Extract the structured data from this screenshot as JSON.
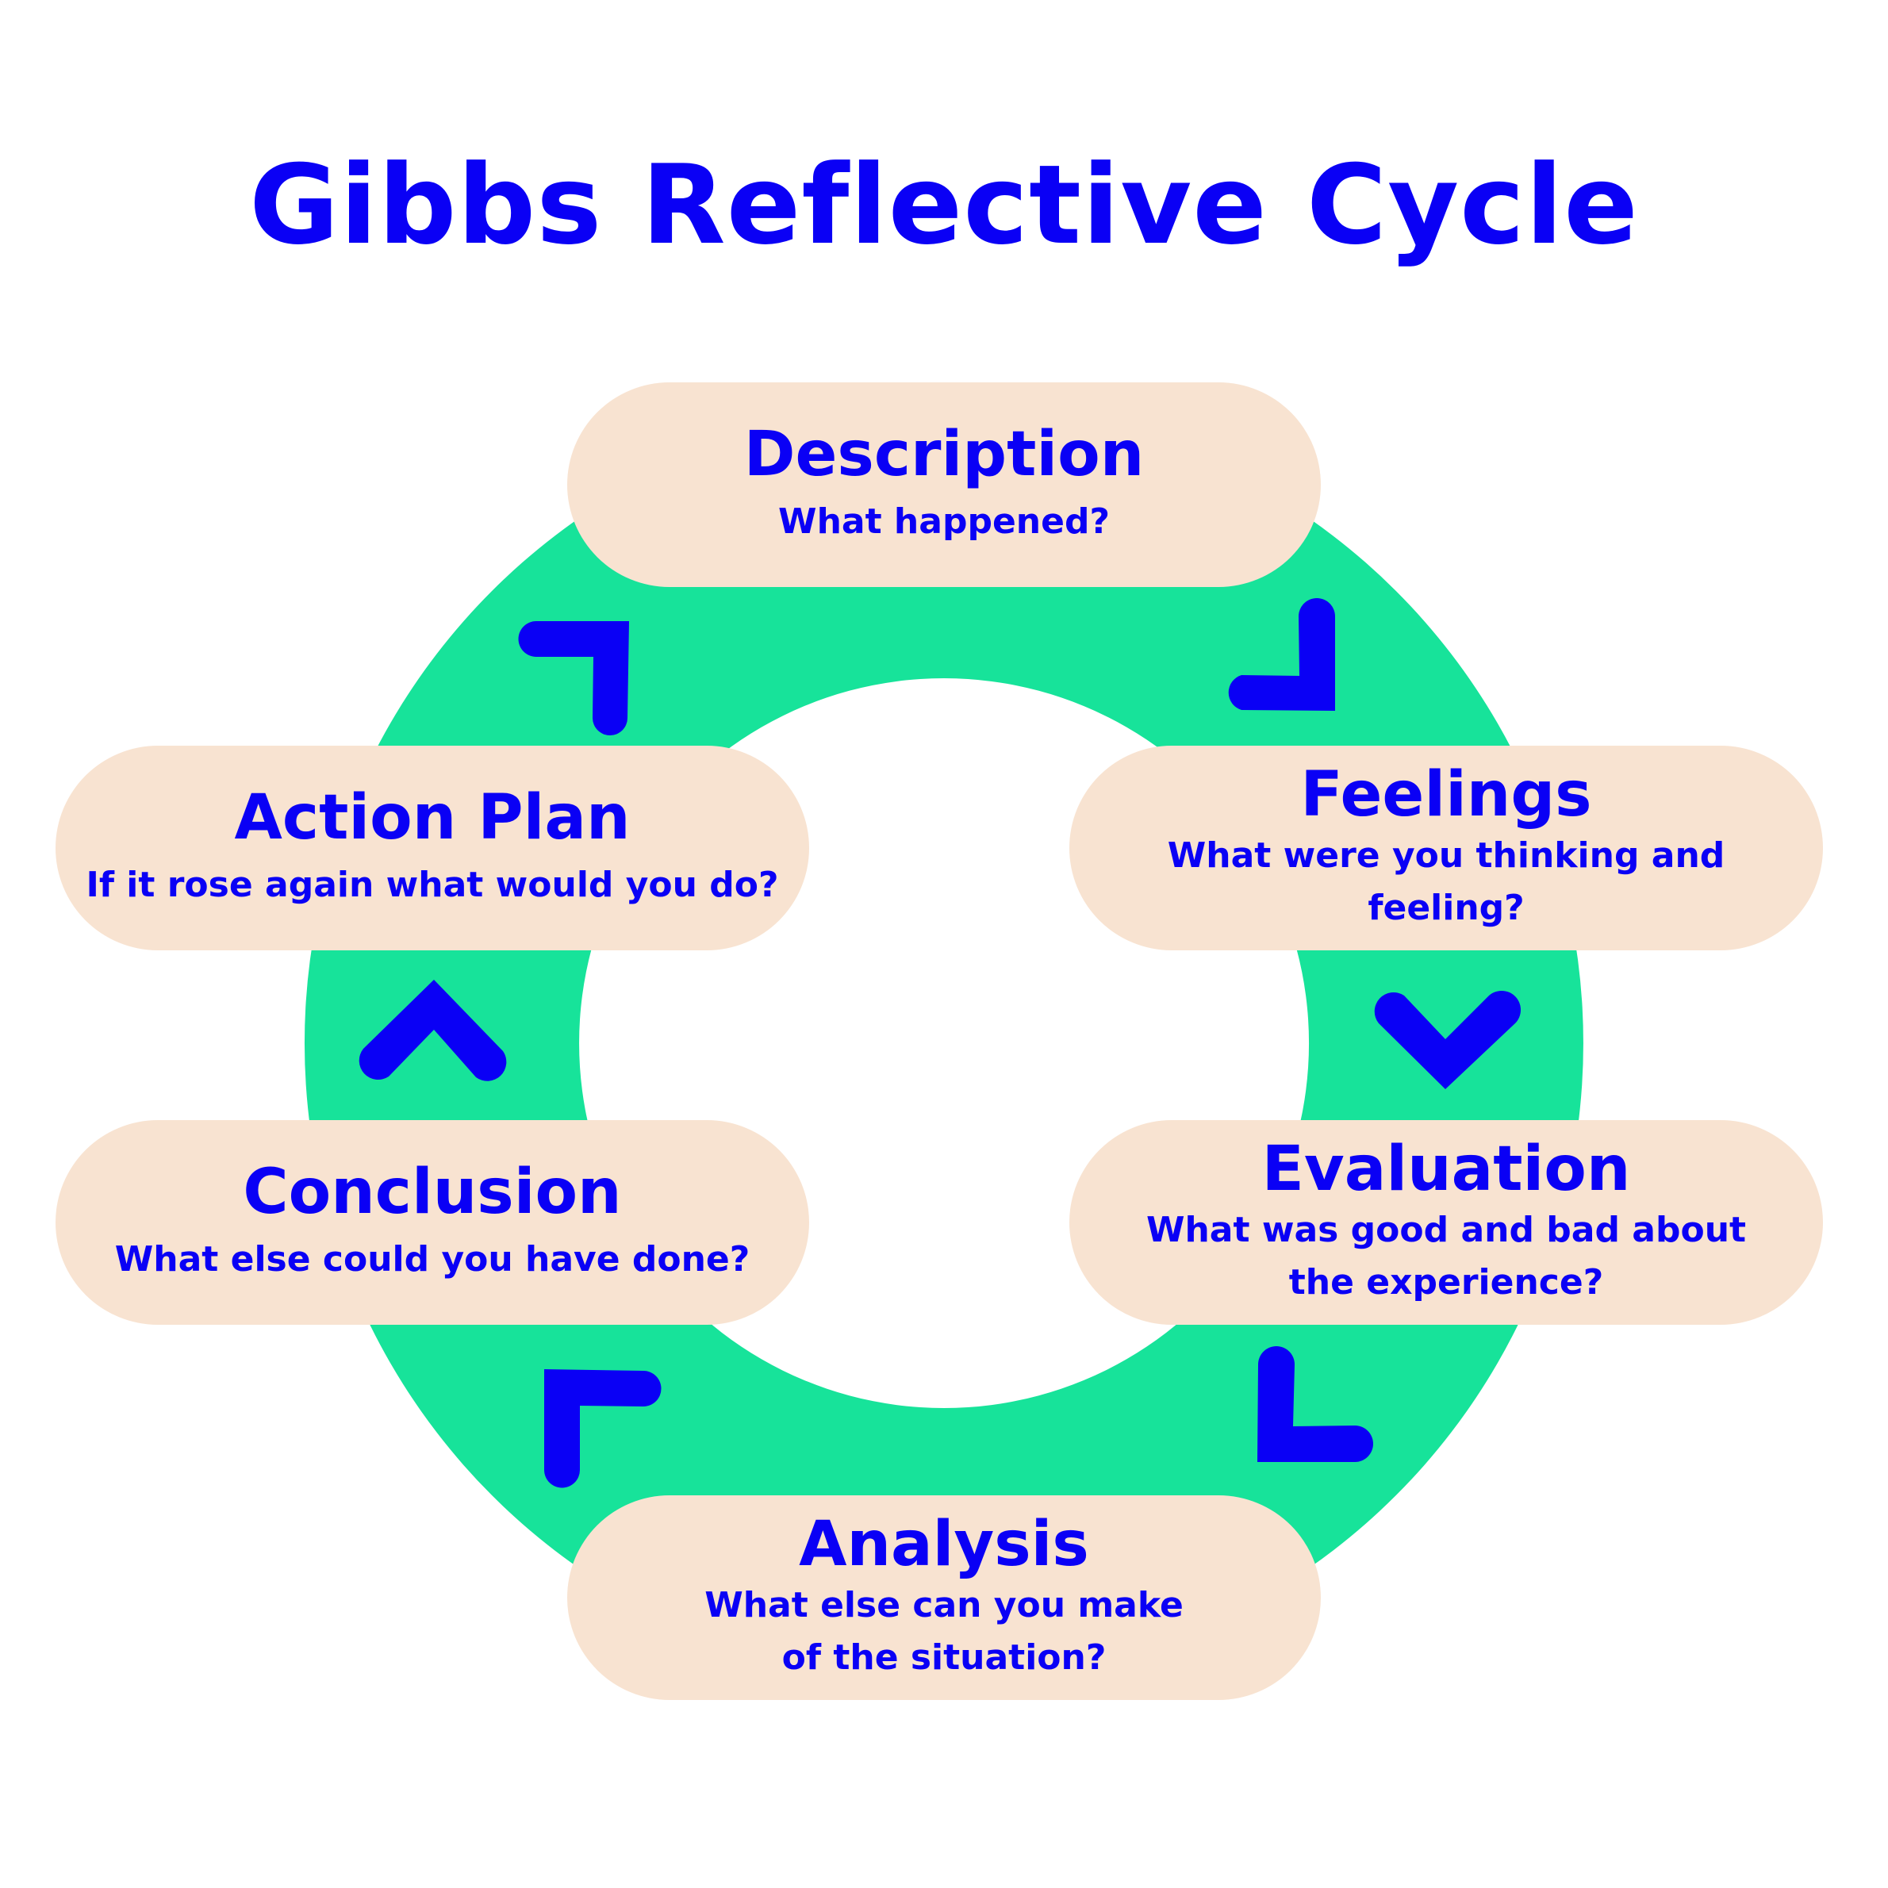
{
  "title": "Gibbs Reflective Cycle",
  "colors": {
    "text": "#0a00f5",
    "ring": "#17e39a",
    "pill": "#f8e3d1",
    "arrow": "#0a00f5",
    "background": "#ffffff"
  },
  "stages": [
    {
      "id": "description",
      "heading": "Description",
      "question": "What happened?",
      "order": 1
    },
    {
      "id": "feelings",
      "heading": "Feelings",
      "question": "What were you thinking and feeling?",
      "order": 2
    },
    {
      "id": "evaluation",
      "heading": "Evaluation",
      "question": "What was good and bad about the experience?",
      "order": 3
    },
    {
      "id": "analysis",
      "heading": "Analysis",
      "question": "What else can you make of the situation?",
      "order": 4
    },
    {
      "id": "conclusion",
      "heading": "Conclusion",
      "question": "What else could you have done?",
      "order": 5
    },
    {
      "id": "action-plan",
      "heading": "Action Plan",
      "question": "If it rose again what would you do?",
      "order": 6
    }
  ],
  "arrows": [
    {
      "from": "Description",
      "to": "Feelings",
      "icon": "corner-arrow-down-right-icon"
    },
    {
      "from": "Feelings",
      "to": "Evaluation",
      "icon": "chevron-down-icon"
    },
    {
      "from": "Evaluation",
      "to": "Analysis",
      "icon": "corner-arrow-down-left-icon"
    },
    {
      "from": "Analysis",
      "to": "Conclusion",
      "icon": "corner-arrow-up-left-icon"
    },
    {
      "from": "Conclusion",
      "to": "Action Plan",
      "icon": "chevron-up-icon"
    },
    {
      "from": "Action Plan",
      "to": "Description",
      "icon": "corner-arrow-up-right-icon"
    }
  ]
}
